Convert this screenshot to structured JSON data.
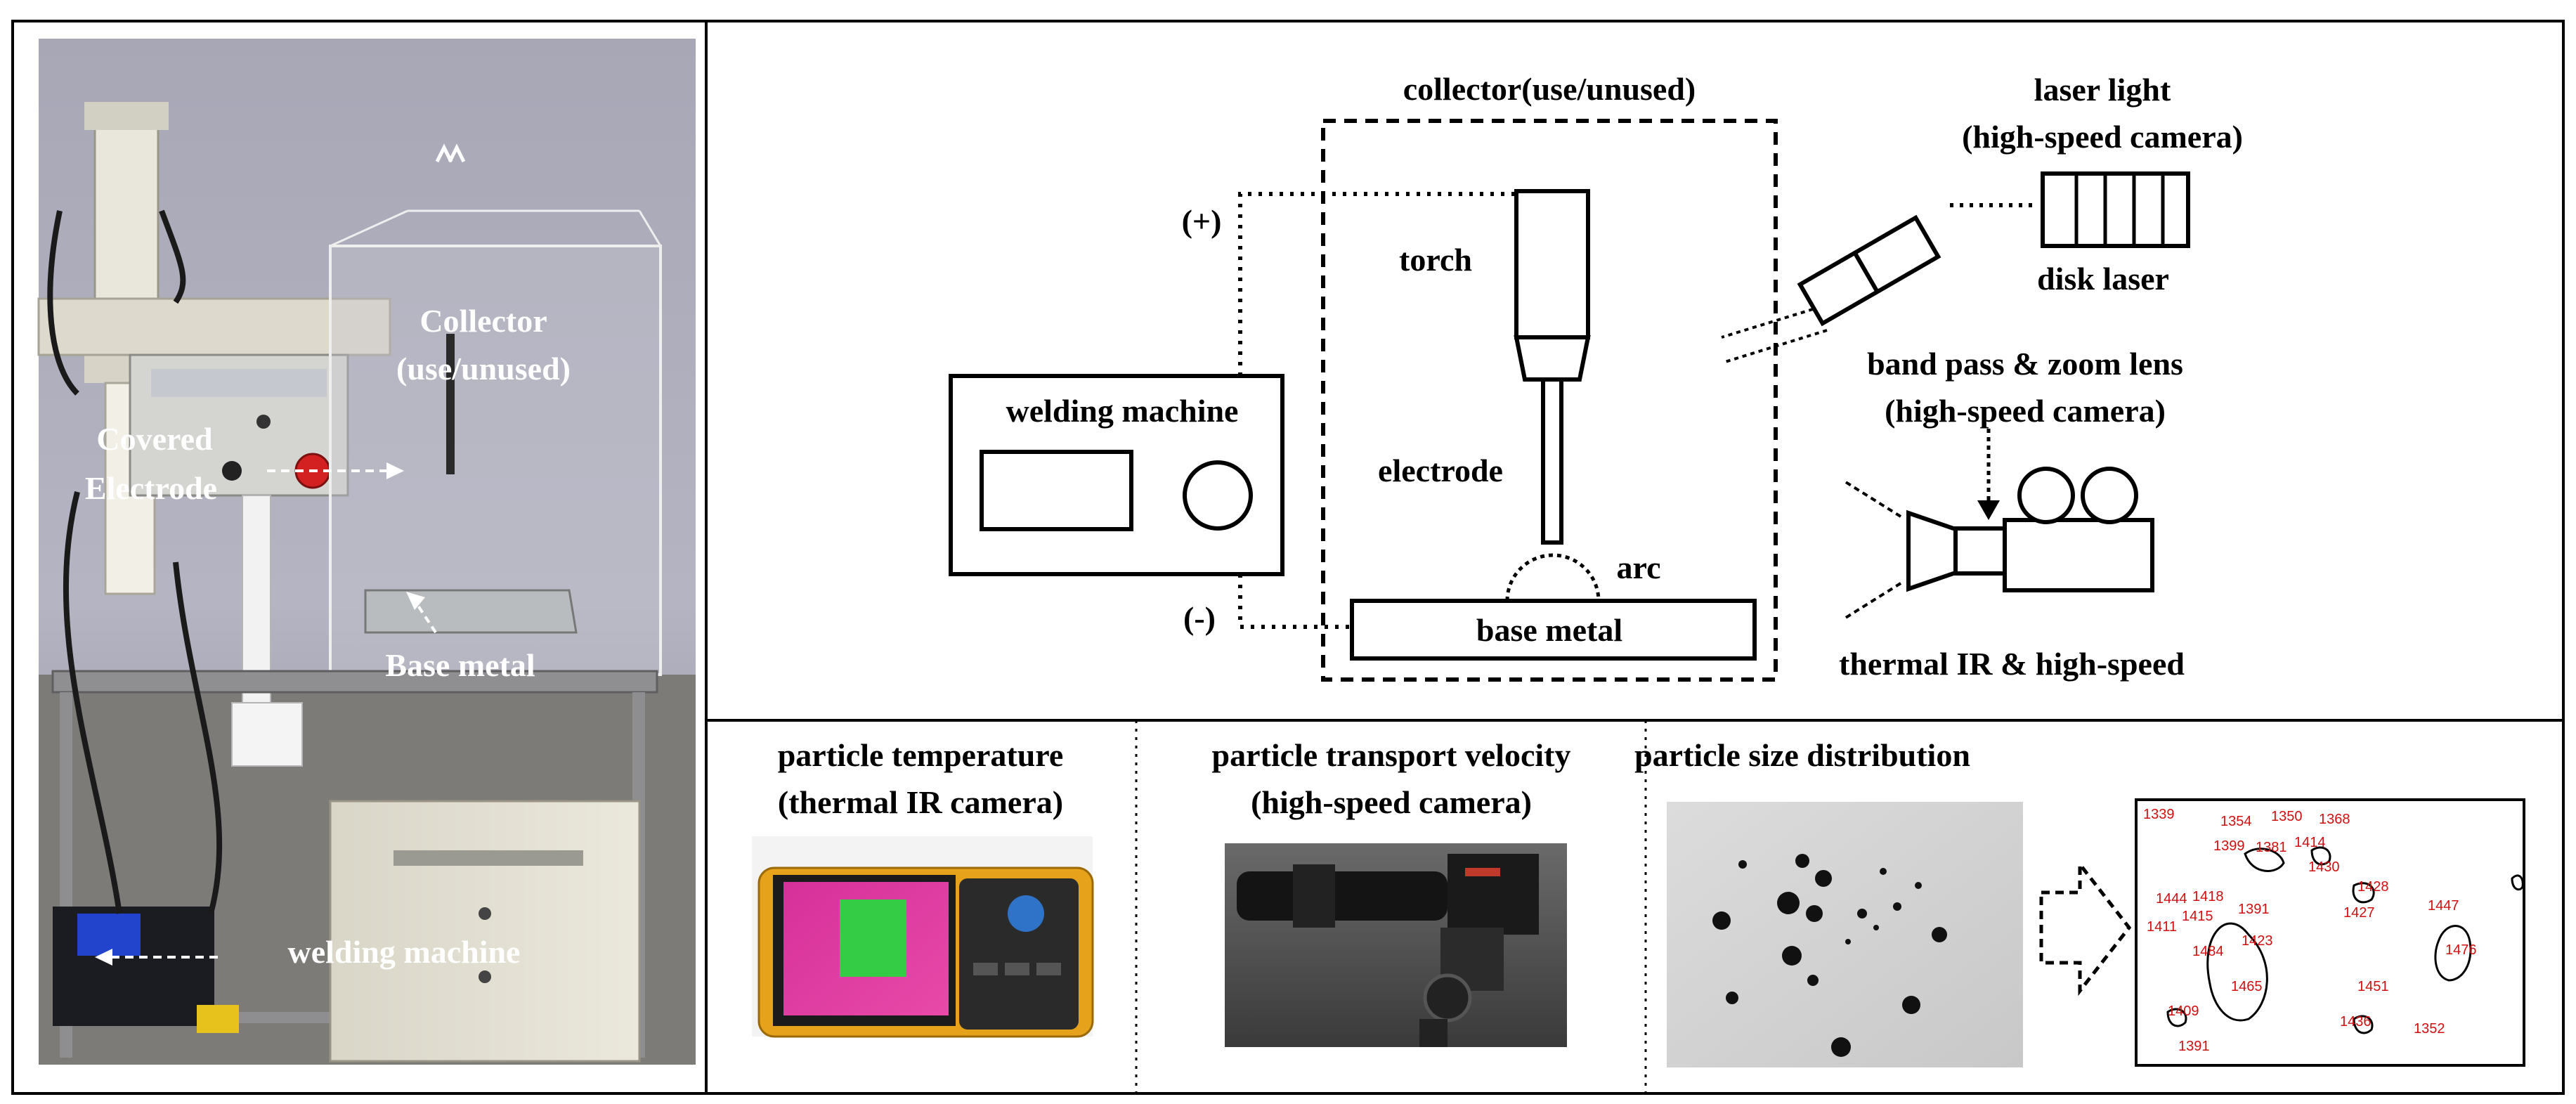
{
  "photo": {
    "collector_label_1": "Collector",
    "collector_label_2": "(use/unused)",
    "covered_electrode_1": "Covered",
    "covered_electrode_2": "Electrode",
    "base_metal": "Base metal",
    "welding_machine": "welding  machine"
  },
  "schematic": {
    "collector_title": "collector(use/unused)",
    "plus": "(+)",
    "minus": "(-)",
    "torch": "torch",
    "electrode": "electrode",
    "arc": "arc",
    "base_metal": "base metal",
    "welding_machine": "welding  machine",
    "laser_title_1": "laser light",
    "laser_title_2": "(high-speed camera)",
    "disk_laser": "disk laser",
    "band_pass_1": "band  pass  &  zoom  lens",
    "band_pass_2": "(high-speed camera)",
    "thermal": "thermal  IR  &  high-speed"
  },
  "bottom": {
    "temp_title_1": "particle  temperature",
    "temp_title_2": "(thermal IR camera)",
    "velocity_title_1": "particle  transport  velocity",
    "velocity_title_2": "(high-speed  camera)",
    "size_title": "particle  size distribution",
    "particle_ids": [
      "1339",
      "1354",
      "1350",
      "1368",
      "1381",
      "1399",
      "1414",
      "1430",
      "1444",
      "1418",
      "1391",
      "1415",
      "1484",
      "1411",
      "1423",
      "1465",
      "1409",
      "1476",
      "1451",
      "1428",
      "1436",
      "1427",
      "1447",
      "1352",
      "1391"
    ]
  }
}
